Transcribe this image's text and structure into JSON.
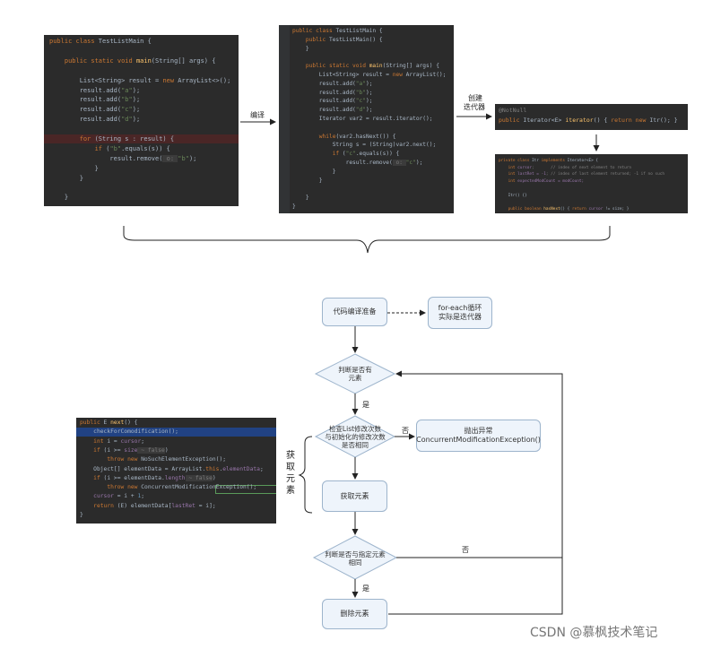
{
  "code_main": {
    "lines": [
      [
        {
          "t": "public class ",
          "c": "kw"
        },
        {
          "t": "TestListMain {",
          "c": ""
        }
      ],
      [],
      [
        {
          "t": "    public static void ",
          "c": "kw"
        },
        {
          "t": "main",
          "c": "fn"
        },
        {
          "t": "(String[] args) {",
          "c": ""
        }
      ],
      [],
      [
        {
          "t": "        List<String> result = ",
          "c": ""
        },
        {
          "t": "new ",
          "c": "kw"
        },
        {
          "t": "ArrayList<>();",
          "c": ""
        }
      ],
      [
        {
          "t": "        result.add(",
          "c": ""
        },
        {
          "t": "\"a\"",
          "c": "str"
        },
        {
          "t": ");",
          "c": ""
        }
      ],
      [
        {
          "t": "        result.add(",
          "c": ""
        },
        {
          "t": "\"b\"",
          "c": "str"
        },
        {
          "t": ");",
          "c": ""
        }
      ],
      [
        {
          "t": "        result.add(",
          "c": ""
        },
        {
          "t": "\"c\"",
          "c": "str"
        },
        {
          "t": ");",
          "c": ""
        }
      ],
      [
        {
          "t": "        result.add(",
          "c": ""
        },
        {
          "t": "\"d\"",
          "c": "str"
        },
        {
          "t": ");",
          "c": ""
        }
      ],
      [],
      [
        {
          "t": "        for ",
          "c": "kw"
        },
        {
          "t": "(String s : result) {",
          "c": ""
        }
      ],
      [
        {
          "t": "            if ",
          "c": "kw"
        },
        {
          "t": "(",
          "c": ""
        },
        {
          "t": "\"b\"",
          "c": "str"
        },
        {
          "t": ".equals(s)) {",
          "c": ""
        }
      ],
      [
        {
          "t": "                result.remove(",
          "c": ""
        },
        {
          "t": " o: ",
          "c": "hint"
        },
        {
          "t": "\"b\"",
          "c": "str"
        },
        {
          "t": ");",
          "c": ""
        }
      ],
      [
        {
          "t": "            }",
          "c": ""
        }
      ],
      [
        {
          "t": "        }",
          "c": ""
        }
      ],
      [],
      [
        {
          "t": "    }",
          "c": ""
        }
      ]
    ]
  },
  "code_compiled": {
    "lines": [
      [
        {
          "t": "public class ",
          "c": "kw"
        },
        {
          "t": "TestListMain {",
          "c": ""
        }
      ],
      [
        {
          "t": "    public ",
          "c": "kw"
        },
        {
          "t": "TestListMain() {",
          "c": ""
        }
      ],
      [
        {
          "t": "    }",
          "c": ""
        }
      ],
      [],
      [
        {
          "t": "    public static void ",
          "c": "kw"
        },
        {
          "t": "main",
          "c": "fn"
        },
        {
          "t": "(String[] args) {",
          "c": ""
        }
      ],
      [
        {
          "t": "        List<String> result = ",
          "c": ""
        },
        {
          "t": "new ",
          "c": "kw"
        },
        {
          "t": "ArrayList();",
          "c": ""
        }
      ],
      [
        {
          "t": "        result.add(",
          "c": ""
        },
        {
          "t": "\"a\"",
          "c": "str"
        },
        {
          "t": ");",
          "c": ""
        }
      ],
      [
        {
          "t": "        result.add(",
          "c": ""
        },
        {
          "t": "\"b\"",
          "c": "str"
        },
        {
          "t": ");",
          "c": ""
        }
      ],
      [
        {
          "t": "        result.add(",
          "c": ""
        },
        {
          "t": "\"c\"",
          "c": "str"
        },
        {
          "t": ");",
          "c": ""
        }
      ],
      [
        {
          "t": "        result.add(",
          "c": ""
        },
        {
          "t": "\"d\"",
          "c": "str"
        },
        {
          "t": ");",
          "c": ""
        }
      ],
      [
        {
          "t": "        Iterator var2 = result.iterator();",
          "c": ""
        }
      ],
      [],
      [
        {
          "t": "        while",
          "c": "kw"
        },
        {
          "t": "(var2.hasNext()) {",
          "c": ""
        }
      ],
      [
        {
          "t": "            String s = (String)var2.next();",
          "c": ""
        }
      ],
      [
        {
          "t": "            if ",
          "c": "kw"
        },
        {
          "t": "(",
          "c": ""
        },
        {
          "t": "\"c\"",
          "c": "str"
        },
        {
          "t": ".equals(s)) {",
          "c": ""
        }
      ],
      [
        {
          "t": "                result.remove(",
          "c": ""
        },
        {
          "t": " o: ",
          "c": "hint"
        },
        {
          "t": "\"c\"",
          "c": "str"
        },
        {
          "t": ");",
          "c": ""
        }
      ],
      [
        {
          "t": "            }",
          "c": ""
        }
      ],
      [
        {
          "t": "        }",
          "c": ""
        }
      ],
      [],
      [
        {
          "t": "    }",
          "c": ""
        }
      ],
      [
        {
          "t": "}",
          "c": ""
        }
      ]
    ]
  },
  "code_iterator": {
    "lines": [
      [
        {
          "t": "@NotNull",
          "c": "cmt"
        }
      ],
      [
        {
          "t": "public ",
          "c": "kw"
        },
        {
          "t": "Iterator<E> ",
          "c": ""
        },
        {
          "t": "iterator",
          "c": "fn"
        },
        {
          "t": "() { ",
          "c": ""
        },
        {
          "t": "return new ",
          "c": "kw"
        },
        {
          "t": "Itr(); }",
          "c": ""
        }
      ]
    ]
  },
  "code_itr": {
    "lines": [
      [
        {
          "t": "private class ",
          "c": "kw"
        },
        {
          "t": "Itr ",
          "c": ""
        },
        {
          "t": "implements ",
          "c": "kw"
        },
        {
          "t": "Iterator<E> {",
          "c": ""
        }
      ],
      [
        {
          "t": "    int ",
          "c": "kw"
        },
        {
          "t": "cursor",
          "c": "fld"
        },
        {
          "t": ";       // index of next element to return",
          "c": "cmt"
        }
      ],
      [
        {
          "t": "    int ",
          "c": "kw"
        },
        {
          "t": "lastRet = -1",
          "c": "fld"
        },
        {
          "t": "; // index of last element returned; -1 if no such",
          "c": "cmt"
        }
      ],
      [
        {
          "t": "    int ",
          "c": "kw"
        },
        {
          "t": "expectedModCount = modCount;",
          "c": "fld"
        }
      ],
      [],
      [
        {
          "t": "    Itr() {}",
          "c": ""
        }
      ],
      [],
      [
        {
          "t": "    public boolean ",
          "c": "kw"
        },
        {
          "t": "hasNext",
          "c": "fn"
        },
        {
          "t": "() { ",
          "c": ""
        },
        {
          "t": "return ",
          "c": "kw"
        },
        {
          "t": "cursor",
          "c": "fld"
        },
        {
          "t": " != size; }",
          "c": ""
        }
      ]
    ]
  },
  "code_next": {
    "lines": [
      [
        {
          "t": "public ",
          "c": "kw"
        },
        {
          "t": "E ",
          "c": ""
        },
        {
          "t": "next",
          "c": "fn"
        },
        {
          "t": "() {",
          "c": ""
        }
      ],
      [
        {
          "t": "    checkForComodification();",
          "c": ""
        }
      ],
      [
        {
          "t": "    int ",
          "c": "kw"
        },
        {
          "t": "i = ",
          "c": ""
        },
        {
          "t": "cursor",
          "c": "fld"
        },
        {
          "t": ";",
          "c": ""
        }
      ],
      [
        {
          "t": "    if ",
          "c": "kw"
        },
        {
          "t": "(i >= ",
          "c": ""
        },
        {
          "t": "size",
          "c": "fld"
        },
        {
          "t": " ~ false",
          "c": "hint"
        },
        {
          "t": ")",
          "c": ""
        }
      ],
      [
        {
          "t": "        throw new ",
          "c": "kw"
        },
        {
          "t": "NoSuchElementException();",
          "c": ""
        }
      ],
      [
        {
          "t": "    Object[] elementData = ArrayList.",
          "c": ""
        },
        {
          "t": "this",
          "c": "kw"
        },
        {
          "t": ".",
          "c": ""
        },
        {
          "t": "elementData",
          "c": "fld"
        },
        {
          "t": ";",
          "c": ""
        }
      ],
      [
        {
          "t": "    if ",
          "c": "kw"
        },
        {
          "t": "(i >= elementData.",
          "c": ""
        },
        {
          "t": "length",
          "c": "fld"
        },
        {
          "t": " ~ false",
          "c": "hint"
        },
        {
          "t": ")",
          "c": ""
        }
      ],
      [
        {
          "t": "        throw new ",
          "c": "kw"
        },
        {
          "t": "ConcurrentModificationException",
          "c": ""
        },
        {
          "t": "();",
          "c": ""
        }
      ],
      [
        {
          "t": "    cursor",
          "c": "fld"
        },
        {
          "t": " = i + ",
          "c": ""
        },
        {
          "t": "1",
          "c": "num"
        },
        {
          "t": ";",
          "c": ""
        }
      ],
      [
        {
          "t": "    return ",
          "c": "kw"
        },
        {
          "t": "(E) elementData[",
          "c": ""
        },
        {
          "t": "lastRet",
          "c": "fld"
        },
        {
          "t": " = i];",
          "c": ""
        }
      ],
      [
        {
          "t": "}",
          "c": ""
        }
      ]
    ]
  },
  "arrows": {
    "compile_label": "编译",
    "create_iterator_label_line1": "创建",
    "create_iterator_label_line2": "迭代器"
  },
  "flow": {
    "prepare": "代码编译准备",
    "foreach_note_line1": "for-each循环",
    "foreach_note_line2": "实际是迭代器",
    "has_element_line1": "判断是否有",
    "has_element_line2": "元素",
    "yes_label_1": "是",
    "check_mod_line1": "检查List修改次数",
    "check_mod_line2": "与初始化的修改次数",
    "check_mod_line3": "是否相同",
    "no_label_1": "否",
    "exception_line1": "抛出异常",
    "exception_line2": "ConcurrentModificationException()",
    "get_element": "获取元素",
    "match_line1": "判断是否与指定元素",
    "match_line2": "相同",
    "no_label_2": "否",
    "yes_label_2": "是",
    "delete_element": "删除元素",
    "side_label": "获取元素"
  },
  "watermark": "CSDN @慕枫技术笔记"
}
